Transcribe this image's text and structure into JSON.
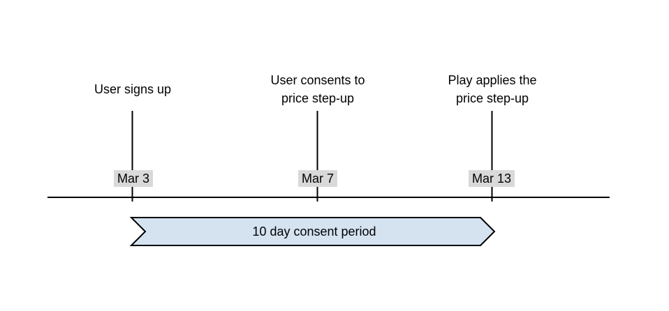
{
  "diagram": {
    "events": [
      {
        "label": "User signs up",
        "date": "Mar 3"
      },
      {
        "label": "User consents to\nprice step-up",
        "date": "Mar 7"
      },
      {
        "label": "Play applies the\nprice step-up",
        "date": "Mar 13"
      }
    ],
    "banner": {
      "label": "10 day consent period"
    },
    "colors": {
      "banner_fill": "#d5e3f1",
      "banner_border": "#000000",
      "date_badge_bg": "#d9d9d9",
      "line": "#000000",
      "text": "#000000"
    }
  }
}
